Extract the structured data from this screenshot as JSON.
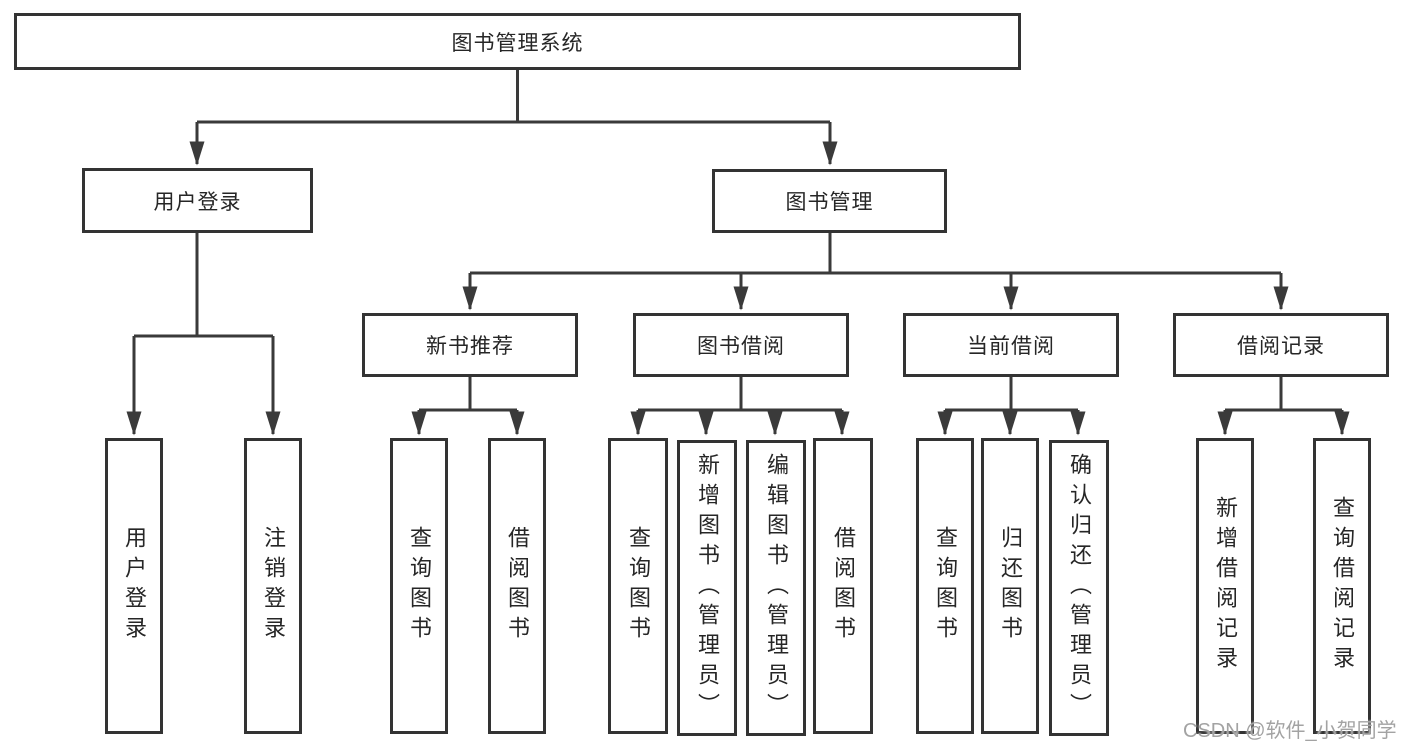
{
  "title": "图书管理系统",
  "level2": {
    "user_login": "用户登录",
    "book_mgmt": "图书管理"
  },
  "level3": {
    "new_book_rec": "新书推荐",
    "book_borrow": "图书借阅",
    "current_borrow": "当前借阅",
    "borrow_records": "借阅记录"
  },
  "leaves": {
    "user_login": [
      "用户登录",
      "注销登录"
    ],
    "new_book_rec": [
      "查询图书",
      "借阅图书"
    ],
    "book_borrow": [
      "查询图书",
      "新增图书（管理员）",
      "编辑图书（管理员）",
      "借阅图书"
    ],
    "current_borrow": [
      "查询图书",
      "归还图书",
      "确认归还（管理员）"
    ],
    "borrow_records": [
      "新增借阅记录",
      "查询借阅记录"
    ]
  },
  "watermark": "CSDN @软件_小贺同学",
  "colors": {
    "line": "#3a3a3a",
    "box_border": "#333333",
    "box_bg": "#ffffff",
    "text": "#262626",
    "watermark": "#a3a3a3"
  }
}
